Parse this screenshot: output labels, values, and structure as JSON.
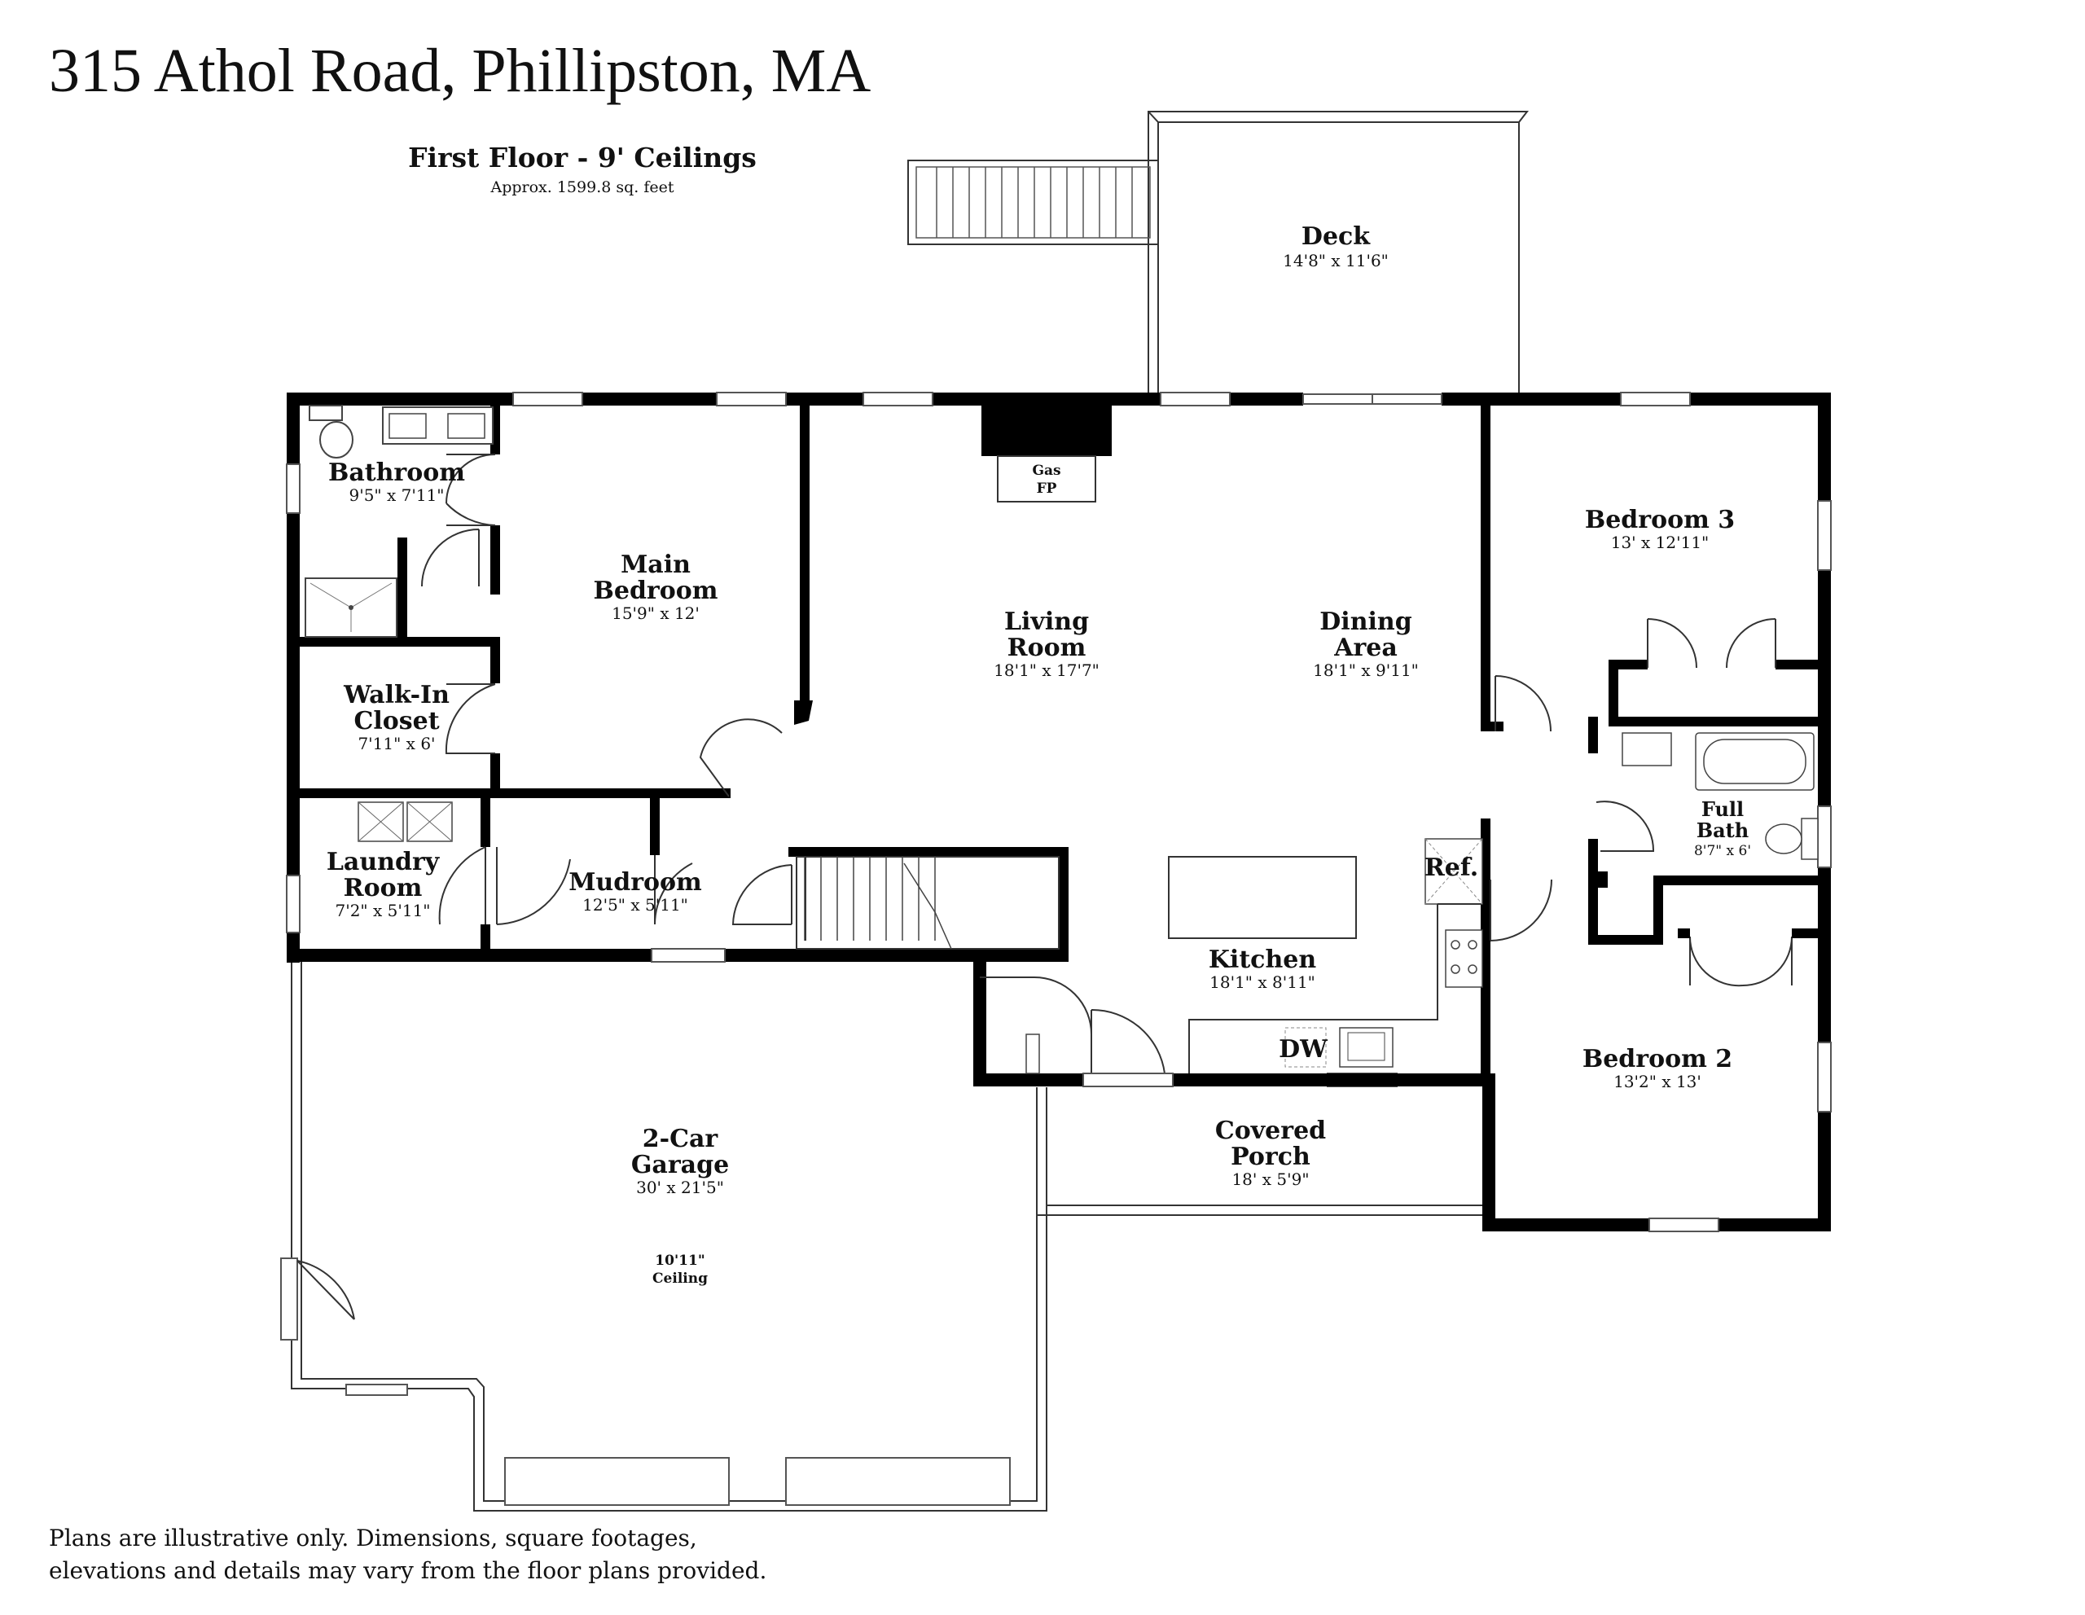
{
  "title": "315 Athol Road, Phillipston, MA",
  "floor": {
    "heading": "First Floor - 9' Ceilings",
    "area": "Approx. 1599.8 sq. feet"
  },
  "rooms": {
    "deck": {
      "name": "Deck",
      "dims": "14'8\" x 11'6\""
    },
    "bathroom": {
      "name": "Bathroom",
      "dims": "9'5\" x 7'11\""
    },
    "main_bedroom": {
      "name_line1": "Main",
      "name_line2": "Bedroom",
      "dims": "15'9\" x 12'"
    },
    "gas_fp": {
      "line1": "Gas",
      "line2": "FP"
    },
    "living_room": {
      "name_line1": "Living",
      "name_line2": "Room",
      "dims": "18'1\" x 17'7\""
    },
    "dining_area": {
      "name_line1": "Dining",
      "name_line2": "Area",
      "dims": "18'1\" x 9'11\""
    },
    "bedroom3": {
      "name": "Bedroom 3",
      "dims": "13' x 12'11\""
    },
    "walk_in_closet": {
      "name_line1": "Walk-In",
      "name_line2": "Closet",
      "dims": "7'11\" x 6'"
    },
    "laundry_room": {
      "name_line1": "Laundry",
      "name_line2": "Room",
      "dims": "7'2\" x 5'11\""
    },
    "mudroom": {
      "name": "Mudroom",
      "dims": "12'5\" x 5'11\""
    },
    "full_bath": {
      "name_line1": "Full",
      "name_line2": "Bath",
      "dims": "8'7\" x 6'"
    },
    "kitchen": {
      "name": "Kitchen",
      "dims": "18'1\" x 8'11\""
    },
    "ref": {
      "label": "Ref."
    },
    "dw": {
      "label": "DW"
    },
    "bedroom2": {
      "name": "Bedroom 2",
      "dims": "13'2\" x 13'"
    },
    "covered_porch": {
      "name_line1": "Covered",
      "name_line2": "Porch",
      "dims": "18' x 5'9\""
    },
    "garage": {
      "name_line1": "2-Car",
      "name_line2": "Garage",
      "dims": "30' x 21'5\"",
      "ceiling_line1": "10'11\"",
      "ceiling_line2": "Ceiling"
    }
  },
  "disclaimer": {
    "line1": "Plans are illustrative only. Dimensions, square footages,",
    "line2": "elevations and details may vary from the floor plans provided."
  }
}
